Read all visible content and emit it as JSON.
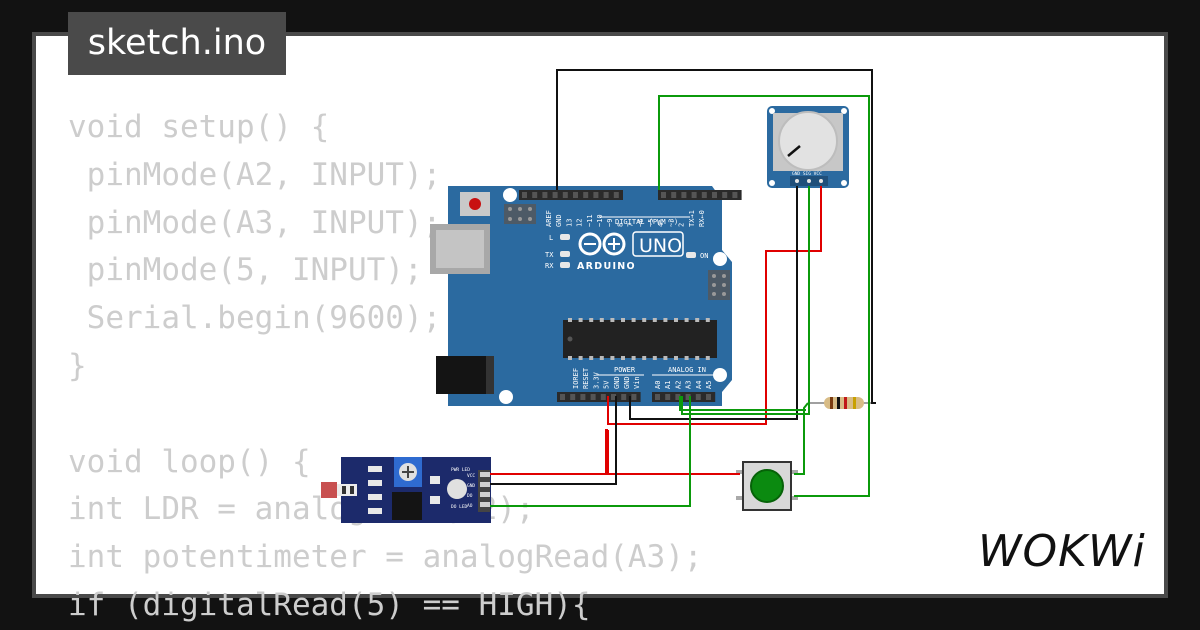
{
  "file_tab": {
    "label": "sketch.ino"
  },
  "code_lines": [
    "void setup() {",
    " pinMode(A2, INPUT);",
    " pinMode(A3, INPUT);",
    " pinMode(5, INPUT);",
    " Serial.begin(9600);",
    "}",
    "",
    "void loop() {",
    "int LDR = analogRead(A2);",
    "int potentimeter = analogRead(A3);",
    "if (digitalRead(5) == HIGH){"
  ],
  "arduino": {
    "brand": "ARDUINO",
    "model": "UNO",
    "digital_label": "DIGITAL (PWM ~)",
    "analog_label": "ANALOG IN",
    "power_label": "POWER",
    "on_label": "ON",
    "l_label": "L",
    "tx_label": "TX",
    "rx_label": "RX",
    "digital_pins": [
      "AREF",
      "GND",
      "13",
      "12",
      "~11",
      "~10",
      "~9",
      "8",
      "7",
      "~6",
      "~5",
      "4",
      "~3",
      "2",
      "TX→1",
      "RX←0"
    ],
    "power_pins": [
      "IOREF",
      "RESET",
      "3.3V",
      "5V",
      "GND",
      "GND",
      "Vin"
    ],
    "analog_pins": [
      "A0",
      "A1",
      "A2",
      "A3",
      "A4",
      "A5"
    ]
  },
  "potentiometer": {
    "pins_label": "GND SIG VCC"
  },
  "ldr_module": {
    "pins": [
      "VCC",
      "GND",
      "DO",
      "AO"
    ],
    "pwr_led_label": "PWR LED",
    "do_led_label": "DO LED"
  },
  "wire_colors": {
    "black": "#111111",
    "red": "#e00000",
    "green": "#0b9a0b"
  },
  "board_color": "#2b6aa0",
  "logo": {
    "text": "WOKWi"
  }
}
